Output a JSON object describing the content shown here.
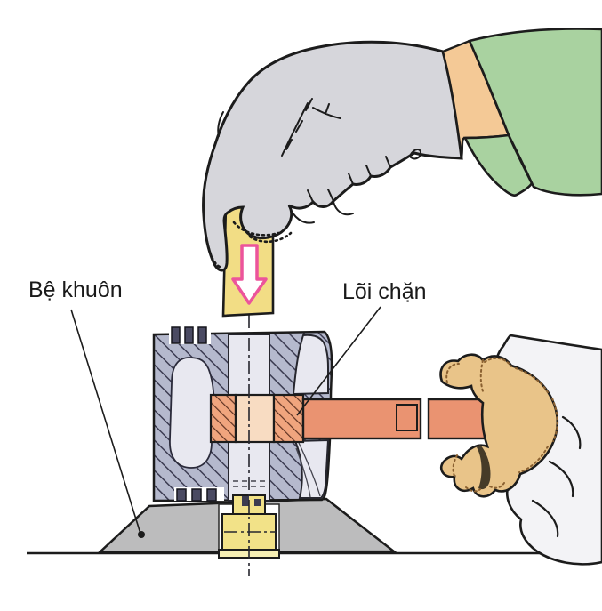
{
  "figure": {
    "type": "technical-illustration",
    "background": "#ffffff",
    "press_arrow_direction": "down"
  },
  "labels": {
    "mold_base": "Bệ khuôn",
    "stop_core": "Lõi chặn"
  },
  "colors": {
    "outline": "#1c1c1c",
    "glove_gray": "#d6d6db",
    "sleeve_green": "#a9d2a0",
    "skin_peach": "#f4c996",
    "punch_yellow": "#f2dd85",
    "arrow_pink": "#ec549b",
    "arrow_fill": "#ffffff",
    "mold_hatch_bg": "#b5b9cd",
    "mold_hatch_line": "#3c3c52",
    "cavity_light": "#e8e8f0",
    "core_hatch_bg": "#f0a57e",
    "core_hatch_line": "#5f3322",
    "core_center_peach": "#f8dcc2",
    "rod_salmon": "#ea9371",
    "work_glove_tan": "#e9c489",
    "work_glove_shadow": "#463b28",
    "sleeve_white": "#f3f3f6",
    "base_gray": "#bcbcbd",
    "ejector_yellow": "#f2e288",
    "ejector_flange_pale": "#f6efb4",
    "teeth_dark": "#4a4a62",
    "label_text": "#1a1a1a"
  }
}
